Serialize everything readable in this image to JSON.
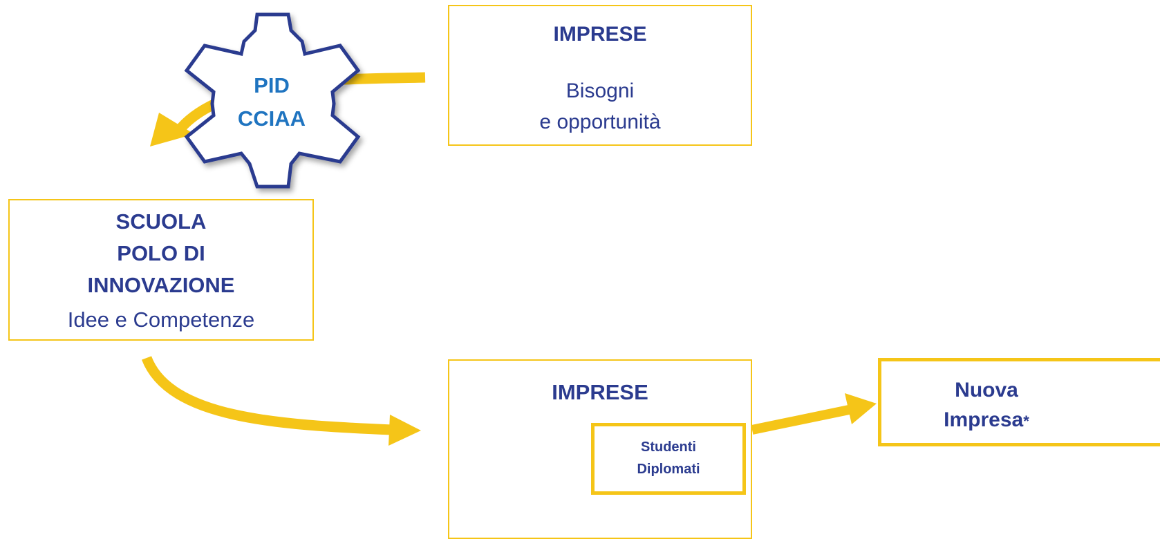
{
  "diagram": {
    "imprese_top": {
      "title": "IMPRESE",
      "line1": "Bisogni",
      "line2": "e opportunità"
    },
    "gear": {
      "line1": "PID",
      "line2": "CCIAA"
    },
    "scuola": {
      "line1": "SCUOLA",
      "line2": "POLO DI",
      "line3": "INNOVAZIONE",
      "subtitle": "Idee e Competenze"
    },
    "imprese_bottom": {
      "title": "IMPRESE"
    },
    "studenti": {
      "line1": "Studenti",
      "line2": "Diplomati"
    },
    "nuova_impresa": {
      "line1": "Nuova",
      "line2": "Impresa",
      "asterisk": "*"
    },
    "colors": {
      "accent": "#f5c518",
      "heading": "#2b3b8f",
      "gear_text": "#1f74c0",
      "gear_border": "#2b3b8f"
    }
  }
}
